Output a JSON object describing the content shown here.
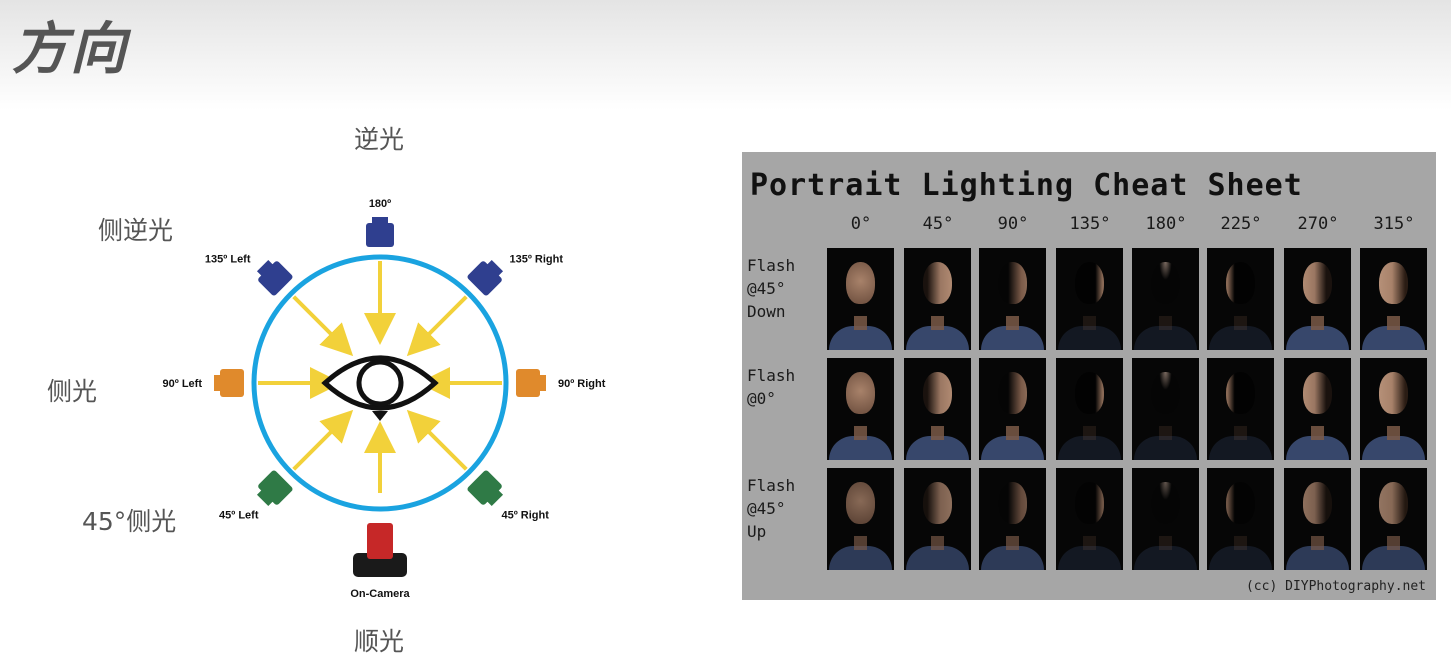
{
  "slide": {
    "title": "方向"
  },
  "labels": {
    "back_light": "逆光",
    "side_back_light": "侧逆光",
    "side_light": "侧光",
    "side_45": "45°侧光",
    "front_light": "顺光"
  },
  "diagram": {
    "positions": [
      {
        "id": "180",
        "label": "180º",
        "color": "#2f3f8f",
        "angle": 180
      },
      {
        "id": "135-right",
        "label": "135º Right",
        "color": "#2f3f8f",
        "angle": 135
      },
      {
        "id": "90-right",
        "label": "90º Right",
        "color": "#e08a2c",
        "angle": 90
      },
      {
        "id": "45-right",
        "label": "45º Right",
        "color": "#2f7a46",
        "angle": 45
      },
      {
        "id": "on-camera",
        "label": "On-Camera",
        "color": "#c62828",
        "angle": 0
      },
      {
        "id": "45-left",
        "label": "45º Left",
        "color": "#2f7a46",
        "angle": -45
      },
      {
        "id": "90-left",
        "label": "90º Left",
        "color": "#e08a2c",
        "angle": -90
      },
      {
        "id": "135-left",
        "label": "135º Left",
        "color": "#2f3f8f",
        "angle": -135
      }
    ],
    "circle_color": "#1aa3e0",
    "arrow_color": "#f2d13a"
  },
  "cheat_sheet": {
    "title": "Portrait Lighting Cheat Sheet",
    "angles": [
      "0°",
      "45°",
      "90°",
      "135°",
      "180°",
      "225°",
      "270°",
      "315°"
    ],
    "rows": [
      {
        "label": "Flash\n@45°\nDown"
      },
      {
        "label": "Flash\n@0°"
      },
      {
        "label": "Flash\n@45°\nUp"
      }
    ],
    "credit": "(cc) DIYPhotography.net"
  }
}
